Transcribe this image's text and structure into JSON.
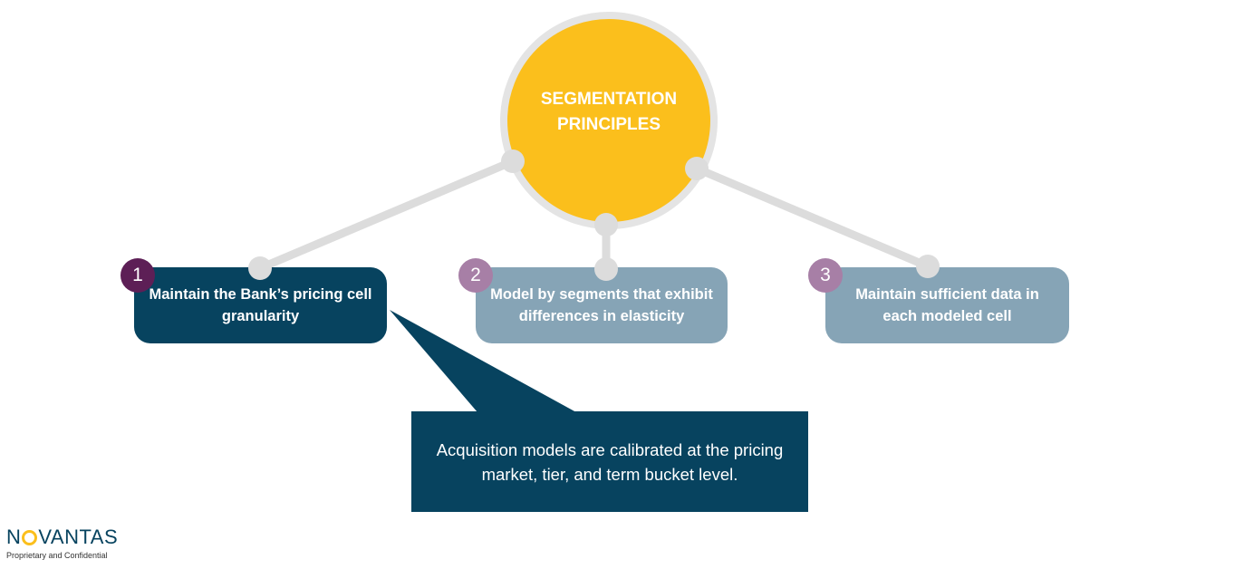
{
  "hub": {
    "title": "SEGMENTATION PRINCIPLES"
  },
  "principles": [
    {
      "number": "1",
      "text": "Maintain the Bank’s pricing cell granularity",
      "state": "active"
    },
    {
      "number": "2",
      "text": "Model by segments that exhibit differences in elasticity",
      "state": "inactive"
    },
    {
      "number": "3",
      "text": "Maintain sufficient data in each modeled cell",
      "state": "inactive"
    }
  ],
  "callout": {
    "text": "Acquisition models are calibrated at the pricing market, tier, and term bucket level."
  },
  "logo": {
    "left": "N",
    "o": "O",
    "right": "VANTAS",
    "footer": "Proprietary and Confidential"
  },
  "colors": {
    "hub": "#fbbf1c",
    "active_box": "#07435f",
    "inactive_box": "#86a4b6",
    "active_badge": "#5d1f56",
    "inactive_badge": "#a77fa6",
    "connector": "#dcdcdc"
  }
}
